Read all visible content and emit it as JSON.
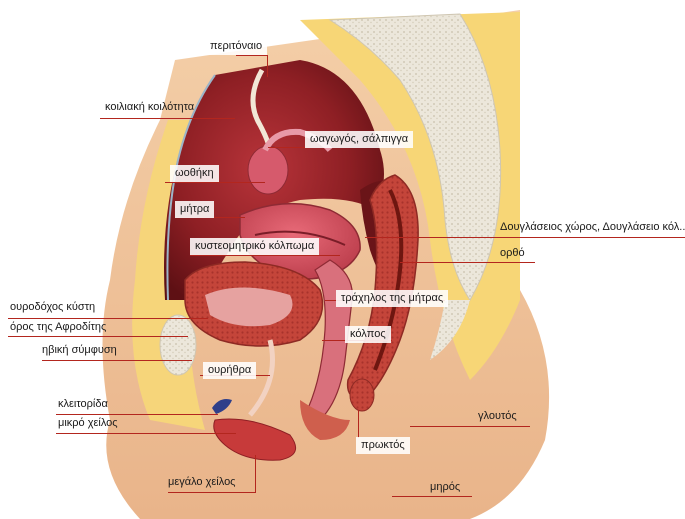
{
  "labels": {
    "peritoneum": "περιτόναιο",
    "abdominal_cavity": "κοιλιακή κοιλότητα",
    "fallopian_tube": "ωαγωγός, σάλπιγγα",
    "ovary": "ωοθήκη",
    "uterus": "μήτρα",
    "douglas_pouch": "Δουγλάσειος χώρος, Δουγλάσειο κόλ...",
    "vesicouterine_pouch": "κυστεομητρικό κόλπωμα",
    "rectum": "ορθό",
    "bladder": "ουροδόχος κύστη",
    "cervix": "τράχηλος της μήτρας",
    "mons_pubis": "όρος της Αφροδίτης",
    "vagina": "κόλπος",
    "pubic_symphysis": "ηβική σύμφυση",
    "urethra": "ουρήθρα",
    "clitoris": "κλειτορίδα",
    "gluteus": "γλουτός",
    "labia_minora": "μικρό χείλος",
    "anus": "πρωκτός",
    "labia_majora": "μεγάλο χείλος",
    "thigh": "μηρός"
  },
  "colors": {
    "leader_line": "#b3261e",
    "skin": "#f3c49a",
    "fat": "#f5cf6a",
    "cavity": "#8e1f24",
    "muscle": "#c0463c",
    "bone": "#e9e4d8"
  }
}
